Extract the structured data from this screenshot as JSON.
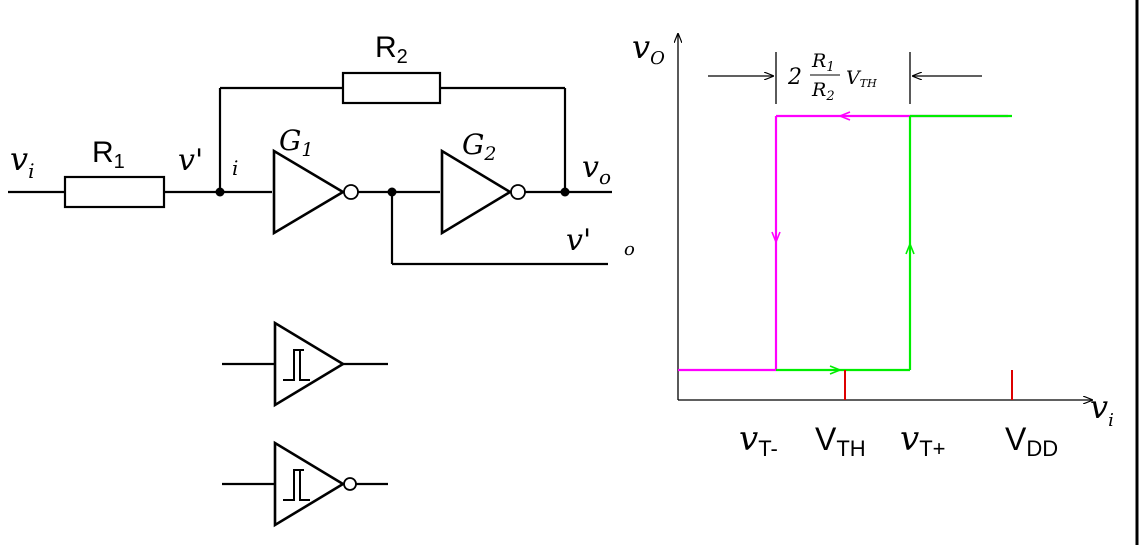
{
  "circuit": {
    "input_label": "v",
    "input_sub": "i",
    "r1_label": "R",
    "r1_sub": "1",
    "r2_label": "R",
    "r2_sub": "2",
    "node_label": "v'",
    "node_current": "i",
    "g1_label": "G",
    "g1_sub": "1",
    "g2_label": "G",
    "g2_sub": "2",
    "output_label": "v",
    "output_sub": "o",
    "output2_label": "v'",
    "output2_sub": "o"
  },
  "graph": {
    "y_axis_label": "v",
    "y_axis_sub": "O",
    "x_axis_label": "v",
    "x_axis_sub": "i",
    "width_coef": "2",
    "width_num": "R",
    "width_num_sub": "1",
    "width_den": "R",
    "width_den_sub": "2",
    "width_v": "V",
    "width_v_sub": "TH",
    "tick_vt_minus": "v",
    "tick_vt_minus_sub": "T-",
    "tick_vth": "V",
    "tick_vth_sub": "TH",
    "tick_vt_plus": "v",
    "tick_vt_plus_sub": "T+",
    "tick_vdd": "V",
    "tick_vdd_sub": "DD",
    "colors": {
      "falling": "#ff00ff",
      "rising": "#00ee00",
      "tick": "#dd0000"
    }
  },
  "symbols": {
    "buffer_name": "schmitt-trigger-buffer",
    "inverter_name": "schmitt-trigger-inverter"
  }
}
